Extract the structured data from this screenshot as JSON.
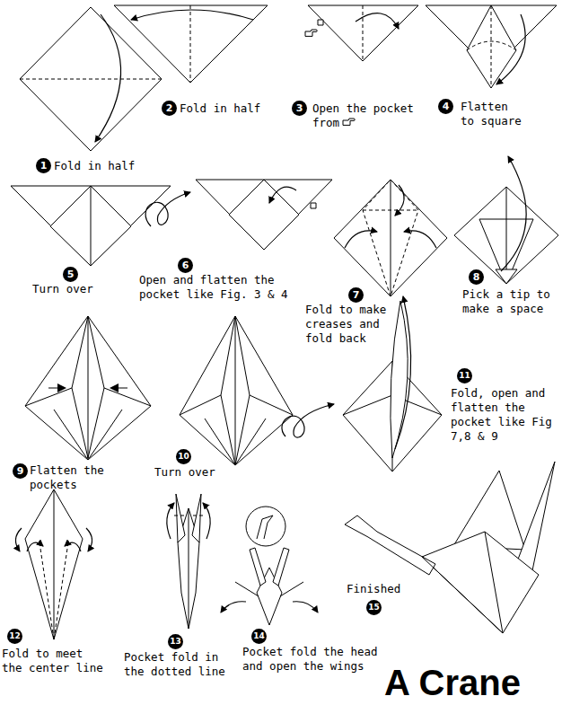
{
  "diagram": {
    "title": "A Crane",
    "labels": [
      "1",
      "Fold in half",
      "2",
      "Fold in half",
      "3",
      "Open the pocket from",
      "4",
      "Flatten to square",
      "5",
      "Turn over",
      "6",
      "Open and flatten the pocket like Fig. 3 & 4",
      "7",
      "Fold to make creases and fold back",
      "8",
      "Pick a tip to make a space",
      "9",
      "Flatten the pockets",
      "10",
      "Turn over",
      "11",
      "Fold, open and flatten the pocket like Fig 7,8 & 9",
      "12",
      "Fold to meet the center line",
      "13",
      "Pocket fold in the dotted line",
      "14",
      "Pocket fold the head and open the wings",
      "Finished",
      "15"
    ]
  }
}
